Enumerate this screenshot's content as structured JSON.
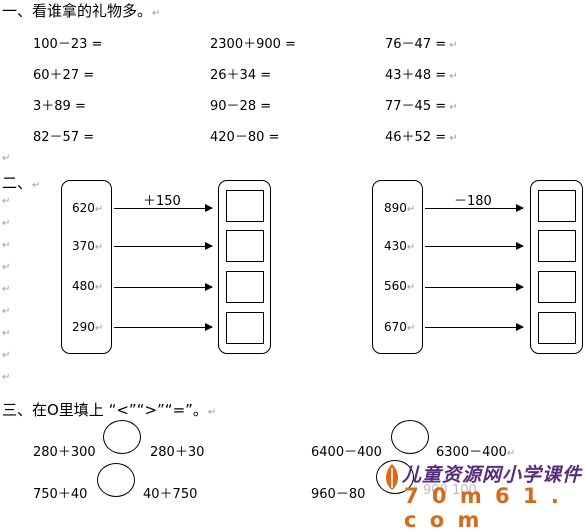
{
  "sections": {
    "one": "一、看谁拿的礼物多。",
    "two": "二、",
    "three": "三、在O里填上 “<”“>”“=”。"
  },
  "paragraph_mark": "↵",
  "part1": {
    "col1": [
      "100－23 =",
      "60＋27 =",
      "3＋89 =",
      "82－57 ="
    ],
    "col2": [
      "2300＋900 =",
      "26＋34 =",
      "90－28 =",
      "420－80 ="
    ],
    "col3": [
      "76－47 =",
      "43＋48 =",
      "77－45 =",
      "46＋52 ="
    ]
  },
  "part2": {
    "left": {
      "operation": "＋150",
      "values": [
        "620",
        "370",
        "480",
        "290"
      ]
    },
    "right": {
      "operation": "－180",
      "values": [
        "890",
        "430",
        "560",
        "670"
      ]
    }
  },
  "part3": {
    "row1_left": [
      "280＋300",
      "280＋30"
    ],
    "row1_right": [
      "6400－400",
      "6300－400"
    ],
    "row2_left": [
      "750＋40",
      "40＋750"
    ],
    "row2_right": [
      "960－80",
      "900 100"
    ]
  },
  "watermark": {
    "top": "儿童资源网小学课件",
    "bottom": "7  0  m 6 1 . c o m"
  }
}
